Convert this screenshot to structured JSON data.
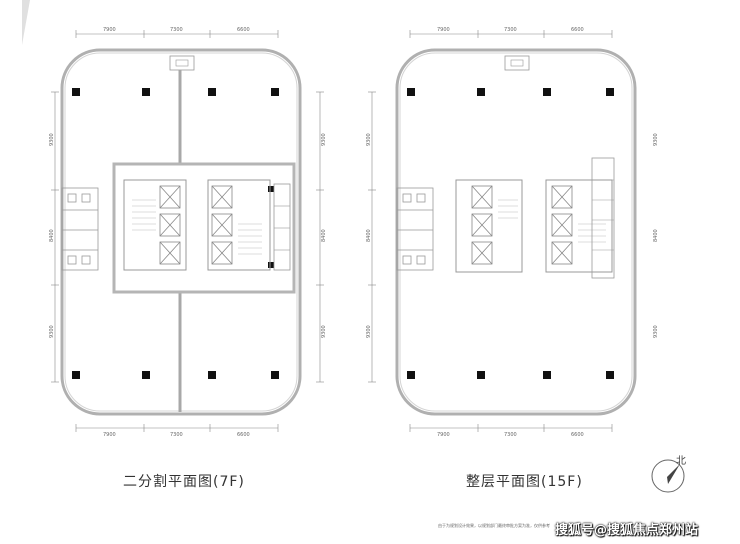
{
  "plans": [
    {
      "title": "二分割平面图(7F)",
      "top_dims": [
        "7900",
        "7300",
        "6600"
      ],
      "bottom_dims": [
        "7900",
        "7300",
        "6600"
      ],
      "left_dims": [
        "9300",
        "8400",
        "9300"
      ],
      "right_dims": [
        "9300",
        "8400",
        "9300"
      ]
    },
    {
      "title": "整层平面图(15F)",
      "top_dims": [
        "7900",
        "7300",
        "6600"
      ],
      "bottom_dims": [
        "7900",
        "7300",
        "6600"
      ],
      "left_dims": [
        "9300",
        "8400",
        "9300"
      ],
      "right_dims": [
        "9300",
        "8400",
        "9300"
      ]
    }
  ],
  "compass": {
    "label": "北",
    "icon": "north-arrow-icon"
  },
  "footnote": "由于为规划设计效果，以规划部门最终审批方案为准，仅供参考",
  "watermark": "搜狐号@搜狐焦点郑州站",
  "colors": {
    "wall": "#b0b0b0",
    "column": "#111111",
    "core": "#bbbbbb",
    "text": "#333333"
  }
}
